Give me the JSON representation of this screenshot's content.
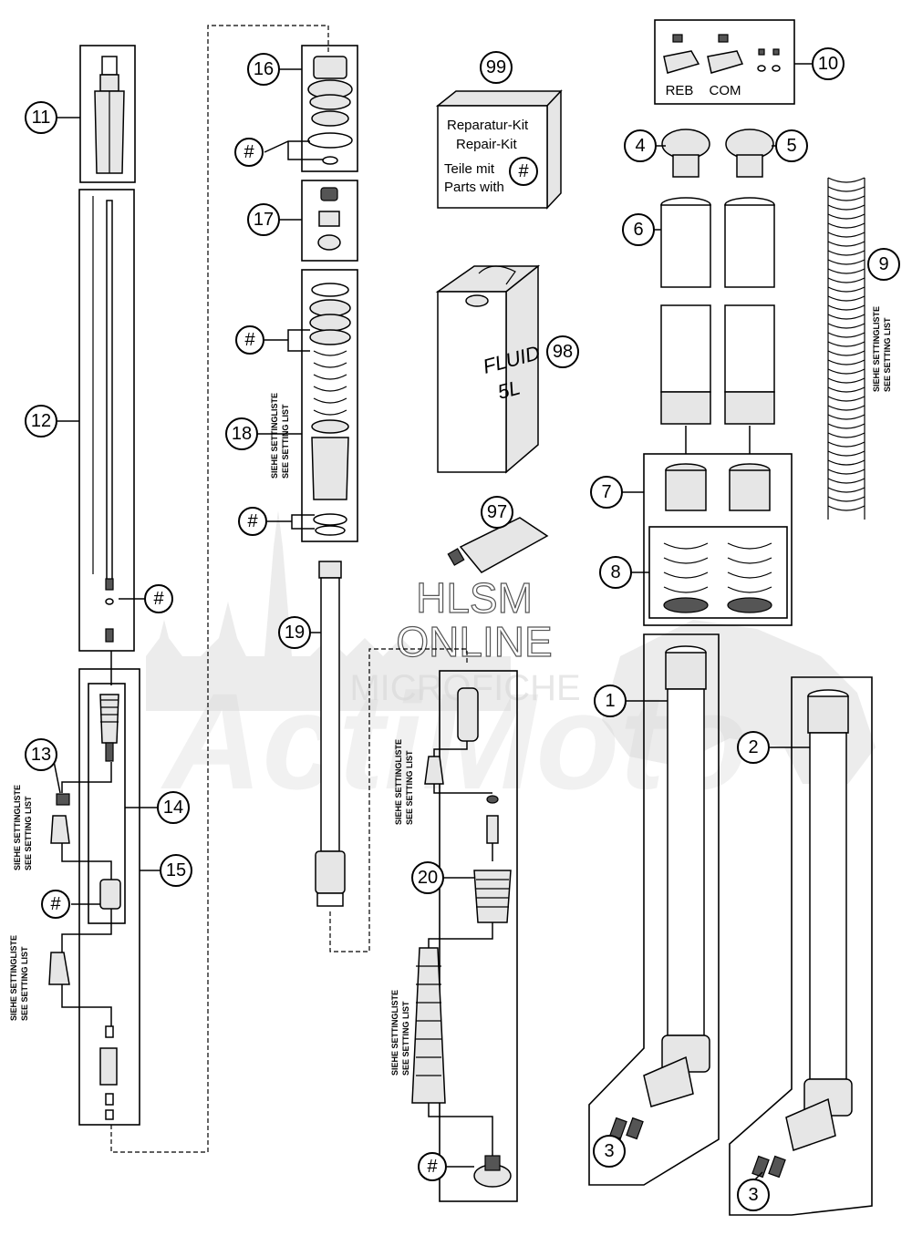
{
  "watermark": {
    "brand": "ActiMoto",
    "line1": "HLSM",
    "line2": "ONLINE",
    "line3": "MICROFICHE"
  },
  "callouts": {
    "c1": "1",
    "c2": "2",
    "c3a": "3",
    "c3b": "3",
    "c4": "4",
    "c5": "5",
    "c6": "6",
    "c7": "7",
    "c8": "8",
    "c9": "9",
    "c10": "10",
    "c11": "11",
    "c12": "12",
    "c13": "13",
    "c14": "14",
    "c15": "15",
    "c16": "16",
    "c17": "17",
    "c18": "18",
    "c19": "19",
    "c20": "20",
    "c97": "97",
    "c98": "98",
    "c99": "99",
    "hash": "#"
  },
  "kit_box": {
    "line1": "Reparatur-Kit",
    "line2": "Repair-Kit",
    "line3": "Teile mit",
    "line4": "Parts with"
  },
  "fluid_can": {
    "line1": "FLUID",
    "line2": "5L"
  },
  "adjusters": {
    "reb": "REB",
    "com": "COM"
  },
  "setting_note": {
    "de": "SIEHE SETTINGLISTE",
    "en": "SEE SETTING LIST"
  }
}
